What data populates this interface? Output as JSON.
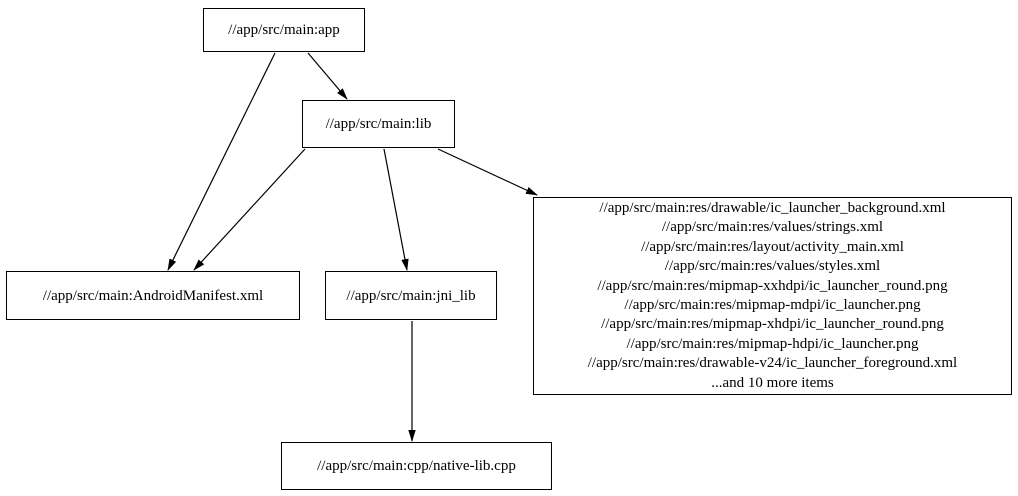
{
  "graph": {
    "type": "dependency-graph",
    "colors": {
      "background": "#ffffff",
      "node_border": "#000000",
      "node_fill": "#ffffff",
      "edge": "#000000",
      "text": "#000000"
    },
    "nodes": {
      "app": {
        "label": "//app/src/main:app"
      },
      "lib": {
        "label": "//app/src/main:lib"
      },
      "manifest": {
        "label": "//app/src/main:AndroidManifest.xml"
      },
      "jni_lib": {
        "label": "//app/src/main:jni_lib"
      },
      "native_lib": {
        "label": "//app/src/main:cpp/native-lib.cpp"
      },
      "resources": {
        "lines": [
          "//app/src/main:res/drawable/ic_launcher_background.xml",
          "//app/src/main:res/values/strings.xml",
          "//app/src/main:res/layout/activity_main.xml",
          "//app/src/main:res/values/styles.xml",
          "//app/src/main:res/mipmap-xxhdpi/ic_launcher_round.png",
          "//app/src/main:res/mipmap-mdpi/ic_launcher.png",
          "//app/src/main:res/mipmap-xhdpi/ic_launcher_round.png",
          "//app/src/main:res/mipmap-hdpi/ic_launcher.png",
          "//app/src/main:res/drawable-v24/ic_launcher_foreground.xml",
          "...and 10 more items"
        ]
      }
    },
    "edges": [
      {
        "from": "app",
        "to": "manifest"
      },
      {
        "from": "app",
        "to": "lib"
      },
      {
        "from": "lib",
        "to": "manifest"
      },
      {
        "from": "lib",
        "to": "jni_lib"
      },
      {
        "from": "lib",
        "to": "resources"
      },
      {
        "from": "jni_lib",
        "to": "native_lib"
      }
    ]
  }
}
